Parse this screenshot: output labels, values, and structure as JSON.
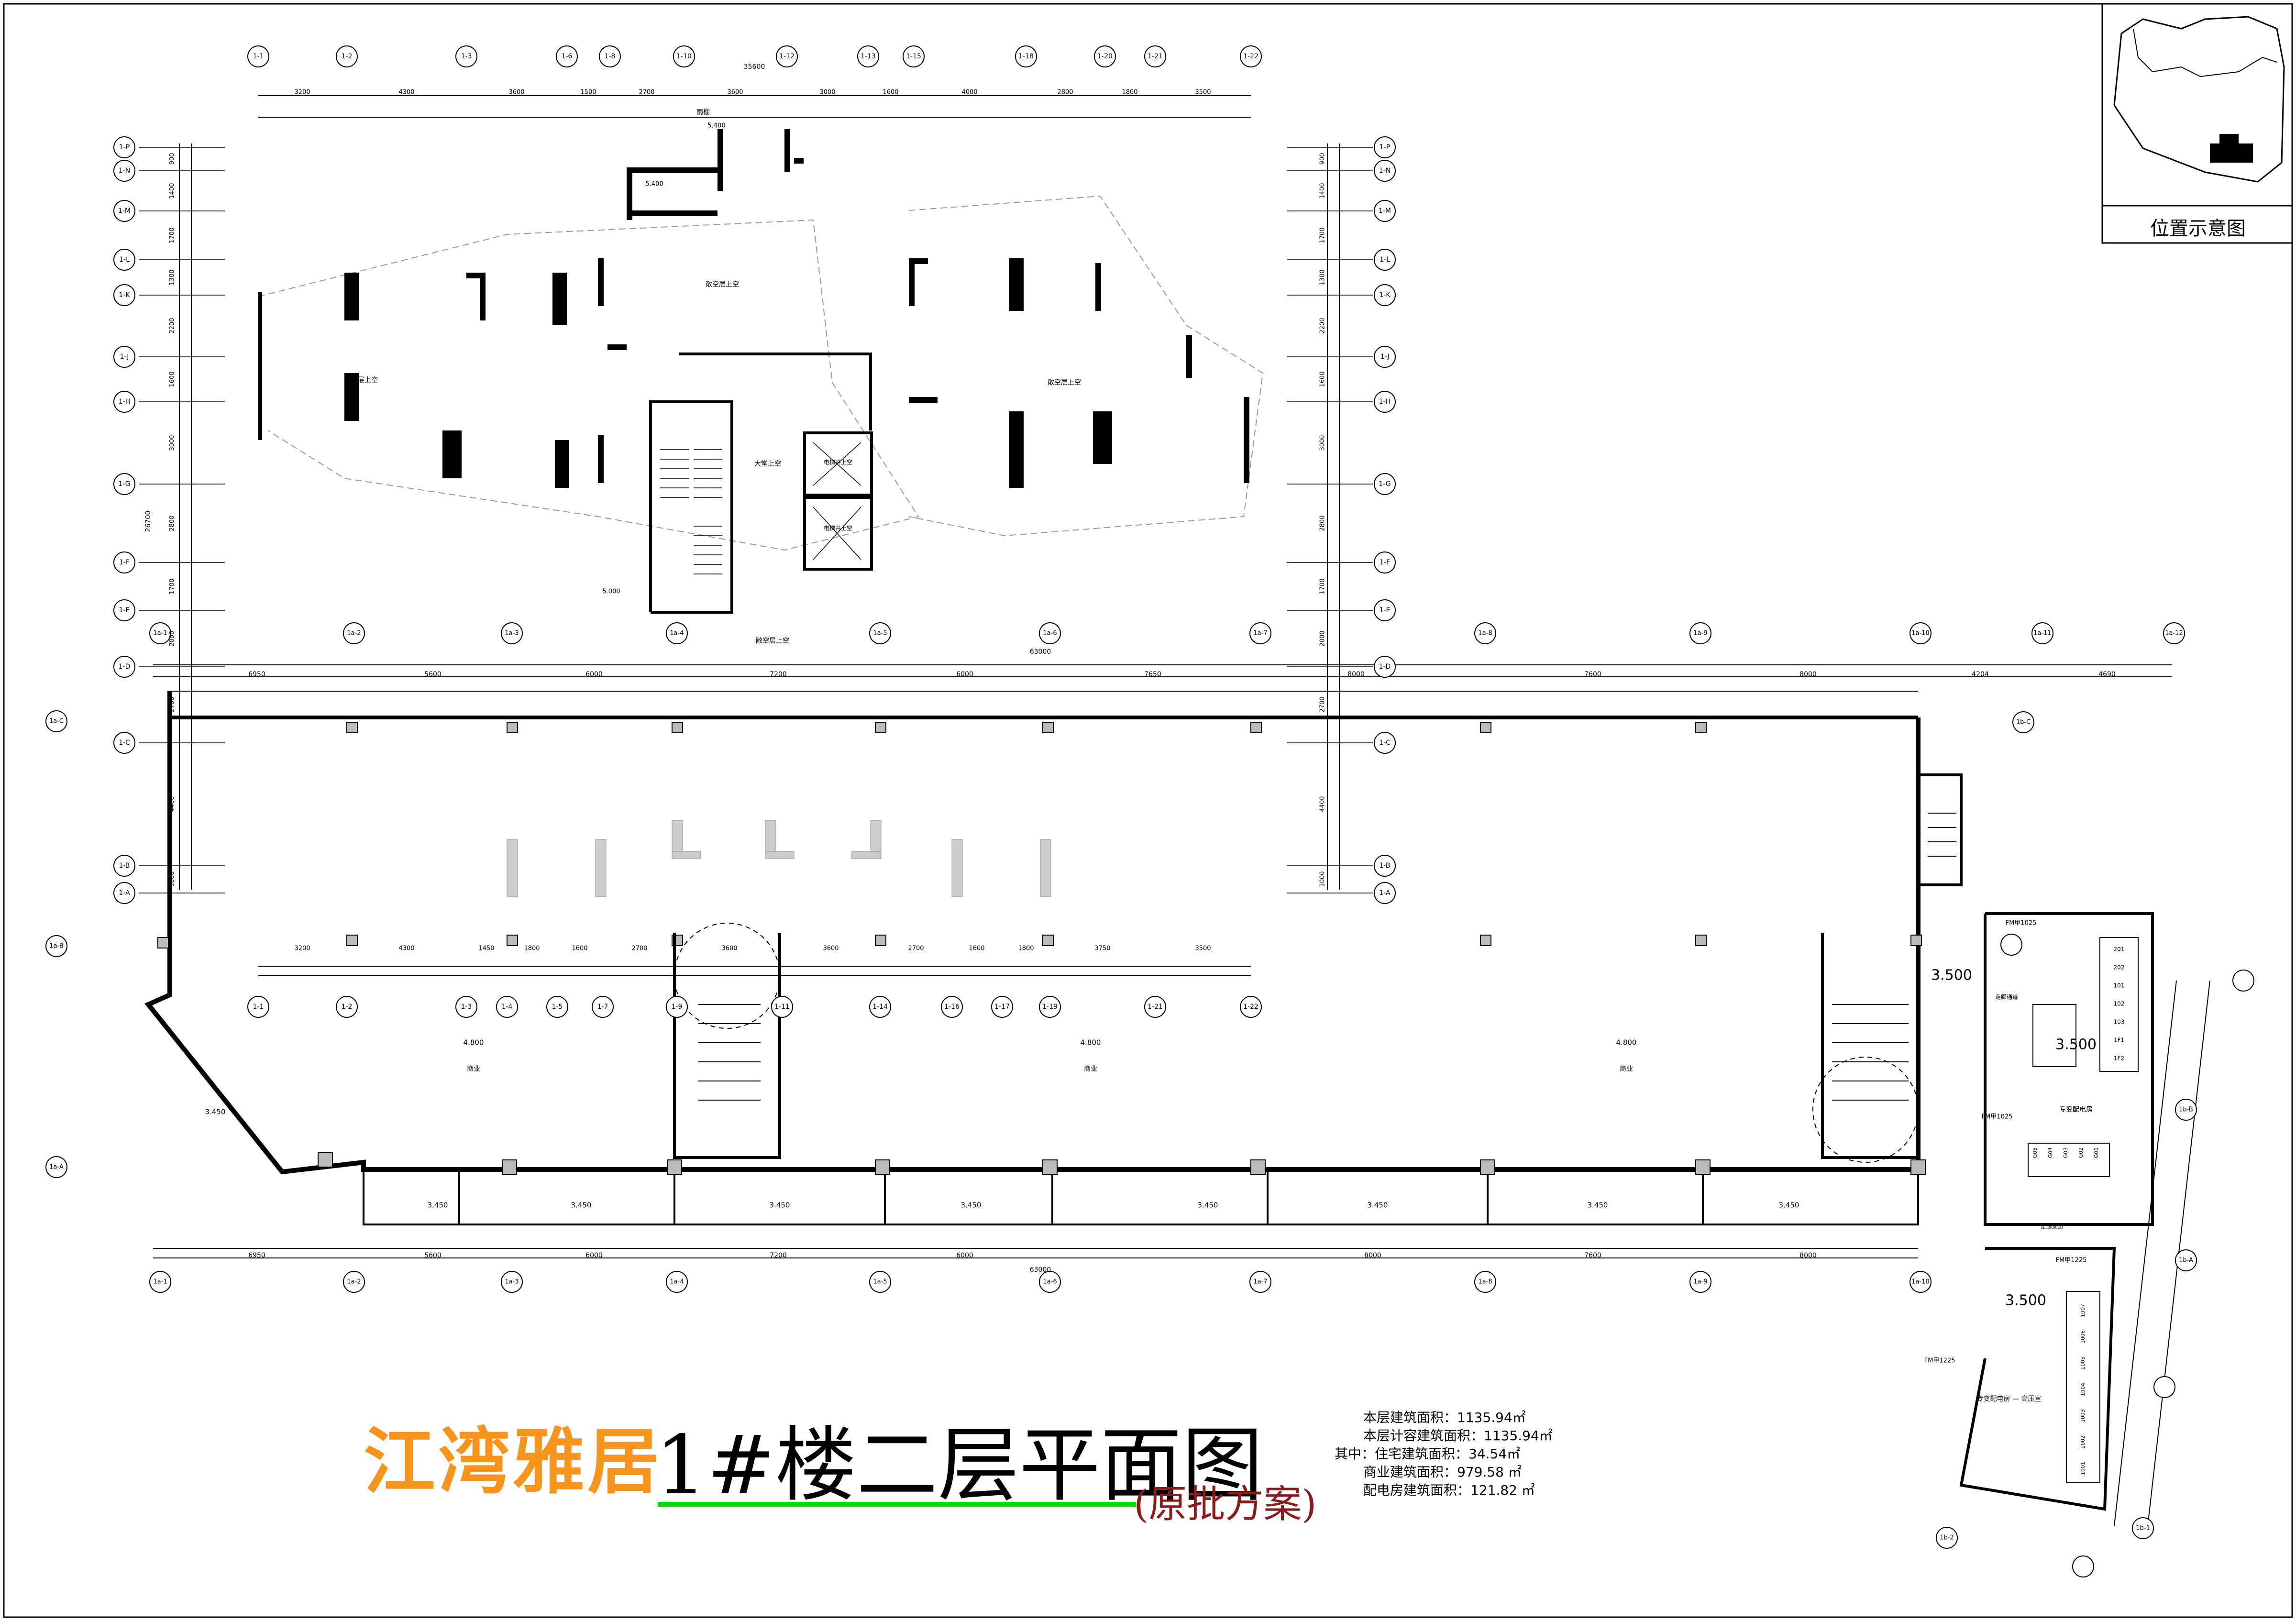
{
  "title": {
    "project": "江湾雅居",
    "main": "1#楼二层平面图",
    "sub": "(原批方案)"
  },
  "location_panel": {
    "label": "位置示意图"
  },
  "areas": [
    {
      "label": "本层建筑面积：",
      "value": "1135.94㎡"
    },
    {
      "label": "本层计容建筑面积：",
      "value": "1135.94㎡"
    },
    {
      "label": "其中：住宅建筑面积：",
      "value": "34.54㎡"
    },
    {
      "label": "商业建筑面积：",
      "value": "979.58 ㎡"
    },
    {
      "label": "配电房建筑面积：",
      "value": "121.82 ㎡"
    }
  ],
  "grid_top": [
    "1-1",
    "1-2",
    "1-3",
    "1-6",
    "1-8",
    "1-10",
    "1-12",
    "1-13",
    "1-15",
    "1-18",
    "1-20",
    "1-21",
    "1-22"
  ],
  "grid_mid": [
    "1-1",
    "1-2",
    "1-3",
    "1-4",
    "1-5",
    "1-7",
    "1-9",
    "1-11",
    "1-14",
    "1-16",
    "1-17",
    "1-19",
    "1-21",
    "1-22"
  ],
  "grid_left": [
    "1-P",
    "1-N",
    "1-M",
    "1-L",
    "1-K",
    "1-J",
    "1-H",
    "1-G",
    "1-F",
    "1-E",
    "1-D",
    "1-C",
    "1-B",
    "1-A"
  ],
  "grid_bottom": [
    "1a-1",
    "1a-2",
    "1a-3",
    "1a-4",
    "1a-5",
    "1a-6",
    "1a-7",
    "1a-8",
    "1a-9",
    "1a-10",
    "1a-11",
    "1a-12"
  ],
  "grid_side": [
    "1a-C",
    "1a-B",
    "1a-A"
  ],
  "grid_annex": [
    "1b-C",
    "1b-B",
    "1b-A",
    "1b-1",
    "1b-2"
  ],
  "dims_top": [
    "3200",
    "4300",
    "3600",
    "1500",
    "2700",
    "3600",
    "3000",
    "1600",
    "4000",
    "2800",
    "1800",
    "3500"
  ],
  "dims_top_total": "35600",
  "dims_mid": [
    "3200",
    "4300",
    "1450",
    "1800",
    "1600",
    "2700",
    "3600",
    "3600",
    "2700",
    "1600",
    "1800",
    "3750",
    "3500"
  ],
  "dims_long": [
    "6950",
    "5600",
    "6000",
    "7200",
    "6000",
    "7650",
    "8000",
    "7600",
    "8000",
    "4204",
    "4690"
  ],
  "dims_long_total": "63000",
  "dims_bottom": [
    "6950",
    "5600",
    "6000",
    "7200",
    "6000",
    "8000",
    "7600",
    "8000"
  ],
  "dims_left": [
    "900",
    "1400",
    "1700",
    "1300",
    "2200",
    "1600",
    "3000",
    "2800",
    "1700",
    "2000",
    "2700",
    "4400",
    "1000"
  ],
  "dims_left_total": "26700",
  "room_labels": {
    "void1": "敞空层上空",
    "void2": "敞空层上空",
    "void3": "敞空层上空",
    "void4": "敞空层上空",
    "lobby_void": "大堂上空",
    "elev1": "电梯井上空",
    "elev2": "电梯井上空",
    "canopy": "雨棚",
    "shop": "商业",
    "transformer": "专变配电房",
    "hv_room": "专变配电房 — 高压室",
    "corridor": "走廊通道",
    "elev_top1": "5.400",
    "elev_top2": "5.400",
    "elev_stair": "5.000"
  },
  "levels": [
    "4.800",
    "4.800",
    "4.800",
    "3.450",
    "3.450",
    "3.450",
    "3.450",
    "3.450",
    "3.450",
    "3.450",
    "3.450",
    "3.450",
    "3.500",
    "3.500",
    "3.500"
  ],
  "door_tags": [
    "FM甲1025",
    "FM甲1025",
    "FM甲1225",
    "FM甲1225"
  ],
  "equip_hv": [
    "1001",
    "1002",
    "1003",
    "1004",
    "1005",
    "1006",
    "1007"
  ],
  "equip_lv": [
    "201",
    "202",
    "101",
    "102",
    "103",
    "1F1",
    "1F2"
  ],
  "equip_g": [
    "G05",
    "G04",
    "G03",
    "G02",
    "G01"
  ]
}
